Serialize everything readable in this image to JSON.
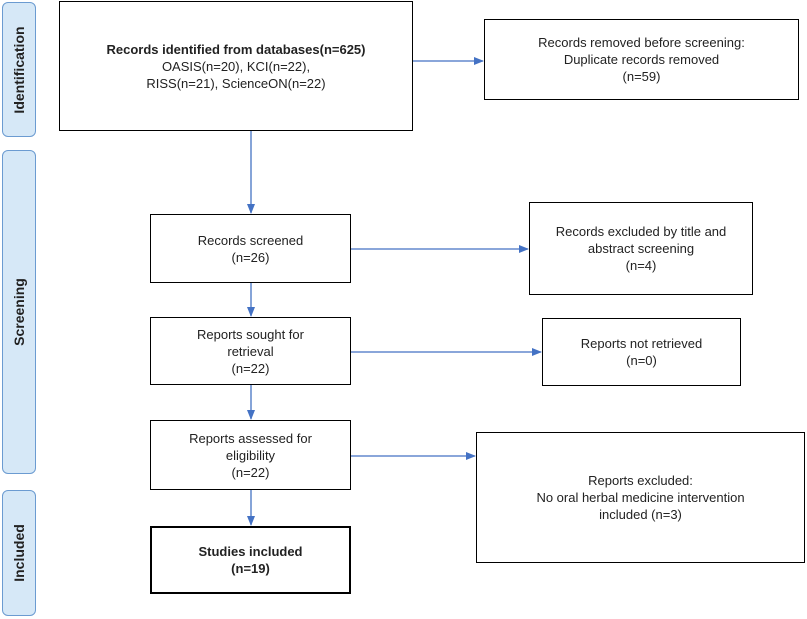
{
  "phases": {
    "identification": "Identification",
    "screening": "Screening",
    "included": "Included"
  },
  "boxes": {
    "identified": {
      "line1": "Records identified from databases(n=625)",
      "line2": "OASIS(n=20), KCI(n=22),",
      "line3": "RISS(n=21), ScienceON(n=22)"
    },
    "removed": {
      "line1": "Records removed before screening:",
      "line2": "Duplicate records removed",
      "line3": "(n=59)"
    },
    "screened": {
      "line1": "Records screened",
      "line2": "(n=26)"
    },
    "excluded_title": {
      "line1": "Records excluded by title and",
      "line2": "abstract screening",
      "line3": "(n=4)"
    },
    "sought": {
      "line1": "Reports sought for",
      "line2": "retrieval",
      "line3": "(n=22)"
    },
    "not_retrieved": {
      "line1": "Reports not retrieved",
      "line2": "(n=0)"
    },
    "assessed": {
      "line1": "Reports assessed for",
      "line2": "eligibility",
      "line3": "(n=22)"
    },
    "reports_excluded": {
      "line1": "Reports excluded:",
      "line2": "No oral herbal medicine intervention",
      "line3": "included (n=3)"
    },
    "included": {
      "line1": "Studies included",
      "line2": "(n=19)"
    }
  },
  "colors": {
    "arrow": "#4472c4",
    "phase_fill": "#d6e8f7",
    "phase_border": "#6b9bd1"
  }
}
